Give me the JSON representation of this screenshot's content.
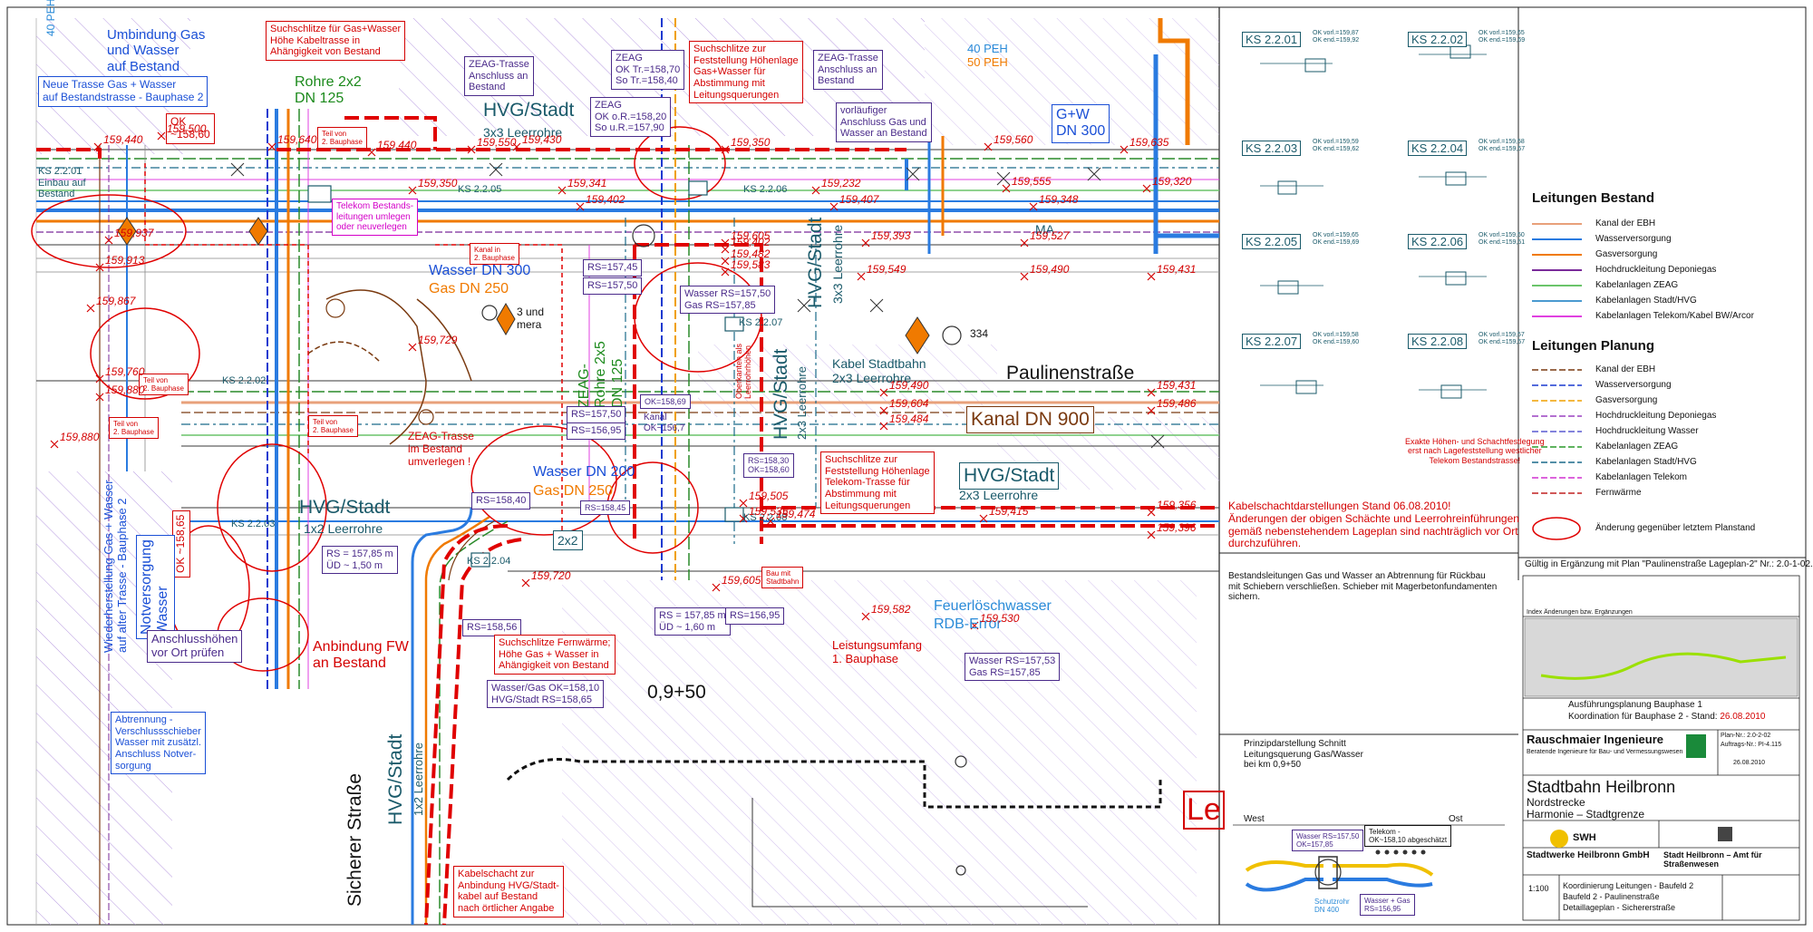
{
  "plan_labels": {
    "umbindung": "Umbindung Gas\nund Wasser\nauf Bestand",
    "neue_trasse": "Neue Trasse Gas + Wasser\nauf Bestandstrasse - Bauphase 2",
    "ok_15860": "OK\n~158,60",
    "suchschlitze_top": "Suchschlitze für Gas+Wasser\nHöhe Kabeltrasse in\nAhängigkeit von Bestand",
    "rohre_2x2": "Rohre 2x2\nDN 125",
    "zeag_trasse_1": "ZEAG-Trasse\nAnschluss an\nBestand",
    "hvg_stadt_3x3": "HVG/Stadt",
    "leerrohre_3x3": "3x3 Leerrohre",
    "zeag_ok": "ZEAG\nOK Tr.=158,70\nSo Tr.=158,40",
    "zeag_or": "ZEAG\nOK o.R.=158,20\nSo u.R.=157,90",
    "suchschlitze_hoehe": "Suchschlitze zur\nFeststellung Höhenlage\nGas+Wasser für\nAbstimmung mit\nLeitungsquerungen",
    "zeag_trasse_2": "ZEAG-Trasse\nAnschluss an\nBestand",
    "vorlaeufiger": "vorläufiger\nAnschluss Gas und\nWasser an Bestand",
    "gw_dn300": "G+W\nDN 300",
    "peh_40": "40 PEH",
    "peh_50": "50 PEH",
    "peh_40_left": "40 PEH",
    "ks_2201_plan": "KS 2.2.01\nEinbau auf\nBestand",
    "ks_2205_plan": "KS 2.2.05",
    "ks_2206_plan": "KS 2.2.06",
    "ks_2207_plan": "KS 2.2.07",
    "ks_2202_plan": "KS 2.2.02",
    "ks_2203_plan": "KS 2.2.03",
    "ks_2204_plan": "KS 2.2.04",
    "ks_2208_plan": "KS 2.2.08",
    "telekom_bestand": "Telekom Bestands-\nleitungen umlegen\noder neuverlegen",
    "wasser_dn300": "Wasser DN 300",
    "gas_dn250": "Gas DN 250",
    "rs_15745": "RS=157,45",
    "rs_15750a": "RS=157,50",
    "wasser_rs": "Wasser RS=157,50\nGas RS=157,85",
    "hvg_stadt_v1": "HVG/Stadt",
    "leerrohre_v1": "3x3 Leerrohre",
    "zeag_rohre": "ZEAG-\nRohre 2x5\nDN 125",
    "kamera": "3 und\nmera",
    "paulinenstrasse": "Paulinenstraße",
    "kanal_dn900": "Kanal DN 900",
    "kabel_stadtbahn": "Kabel Stadtbahn\n2x3 Leerrohre",
    "hvg_stadt_v2": "HVG/Stadt",
    "leerrohre_v2": "2x3 Leerrohre",
    "rs_15750b": "RS=157,50",
    "rs_15695": "RS=156,95",
    "kanal_ok": "Kanal\nOK~156,7",
    "ok_15869": "OK=158,69",
    "oberkanten": "Oberkanten als\nLeerrohrhöhen",
    "rs_15830": "RS=158,30\nOK=158,60",
    "zeag_trasse_umverlegen": "ZEAG-Trasse\nim Bestand\numverlegen !",
    "wasser_dn200": "Wasser DN 200",
    "gas_dn250b": "Gas DN 250",
    "suchschlitze_telekom": "Suchschlitze zur\nFeststellung Höhenlage\nTelekom-Trasse für\nAbstimmung mit\nLeitungsquerungen",
    "hvg_stadt_2x3": "HVG/Stadt",
    "leerrohre_2x3": "2x3 Leerrohre",
    "rs_15840": "RS=158,40",
    "rs_15845": "RS=158,45",
    "hvg_stadt_1x2": "HVG/Stadt",
    "leerrohre_1x2": "1x2 Leerrohre",
    "rs_15785": "RS = 157,85 m\nÜD ~ 1,50 m",
    "wiederherstellung": "Wiederherstellung Gas + Wasser\nauf alter Trasse - Bauphase 2",
    "ok_15865": "OK ~158,65",
    "notversorgung": "Notversorgung\nWasser",
    "anschlusshoehen": "Anschlusshöhen\nvor Ort prüfen",
    "abtrennung": "Abtrennung -\nVerschlussschieber\nWasser mit zusätzl.\nAnschluss Notver-\nsorgung",
    "anbindung_fw": "Anbindung FW\nan Bestand",
    "rs_15856": "RS=158,56",
    "suchschlitze_fw": "Suchschlitze Fernwärme;\nHöhe Gas + Wasser in\nAhängigkeit von Bestand",
    "wasser_gas_ok": "Wasser/Gas OK=158,10\nHVG/Stadt RS=158,65",
    "rs_15785b": "RS = 157,85 m\nÜD ~ 1,60 m",
    "rs_15695b": "RS=156,95",
    "leistungsumfang": "Leistungsumfang\n1. Bauphase",
    "feuerloeschwasser": "Feuerlöschwasser",
    "rdb_error": "RDB-Error",
    "wasser_gas_rs": "Wasser RS=157,53\nGas RS=157,85",
    "station": "0,9+50",
    "sicherer_strasse": "Sicherer Straße",
    "hvg_stadt_v3": "HVG/Stadt",
    "leerrohre_v3": "1x2 Leerrohre",
    "kabelschacht": "Kabelschacht zur\nAnbindung HVG/Stadt-\nkabel auf Bestand\nnach örtlicher Angabe",
    "twoxtwo": "2x2",
    "ma": "MA",
    "num_334": "334",
    "teil_von": "Teil von\n2. Bauphase",
    "bau_mit": "Bau mit\nStadtbahn",
    "kanal_bauphase": "Kanal in\n2. Bauphase",
    "le": "Le"
  },
  "elevations": [
    "159,440",
    "159,500",
    "159,640",
    "159,550",
    "159,440",
    "159,430",
    "159,350",
    "159,560",
    "159,635",
    "159,350",
    "159,341",
    "159,232",
    "159,555",
    "159,320",
    "159,402",
    "159,407",
    "159,348",
    "159,393",
    "159,527",
    "159,605",
    "159,549",
    "159,490",
    "159,431",
    "159,867",
    "159,937",
    "159,913",
    "159,729",
    "159,431",
    "159,490",
    "159,486",
    "159,604",
    "159,402",
    "159,484",
    "159,760",
    "159,880",
    "159,880",
    "159,505",
    "159,535",
    "159,474",
    "159,415",
    "159,720",
    "159,605",
    "159,582",
    "159,530",
    "159,356",
    "159,396",
    "159,583",
    "159,482"
  ],
  "ks_details": [
    {
      "title": "KS 2.2.01",
      "notes": "OK vorl.=159,87\nOK end.=159,92"
    },
    {
      "title": "KS 2.2.02",
      "notes": "OK vorl.=159,65\nOK end.=159,69"
    },
    {
      "title": "KS 2.2.03",
      "notes": "OK vorl.=159,59\nOK end.=159,62"
    },
    {
      "title": "KS 2.2.04",
      "notes": "OK vorl.=159,58\nOK end.=159,57"
    },
    {
      "title": "KS 2.2.05",
      "notes": "OK vorl.=159,65\nOK end.=159,69"
    },
    {
      "title": "KS 2.2.06",
      "notes": "OK vorl.=159,50\nOK end.=159,51"
    },
    {
      "title": "KS 2.2.07",
      "notes": "OK vorl.=159,58\nOK end.=159,60"
    },
    {
      "title": "KS 2.2.08",
      "notes": "OK vorl.=159,57\nOK end.=159,57"
    }
  ],
  "ks_notice": "Exakte Höhen- und Schachtfestlegung\nerst nach Lagefeststellung westlicher\nTelekom Bestandstrasse!",
  "kabelschacht_notice": "Kabelschachtdarstellungen Stand 06.08.2010!\nÄnderungen der obigen Schächte und Leerrohreinführungen\ngemäß nebenstehendem Lageplan sind nachträglich vor Ort\ndurchzuführen.",
  "bestand_notice": "Bestandsleitungen Gas und Wasser an Abtrennung für Rückbau\nmit Schiebern verschließen. Schieber mit Magerbetonfundamenten\nsichern.",
  "schnitt": {
    "title": "Prinzipdarstellung Schnitt\nLeitungsquerung Gas/Wasser\nbei km 0,9+50",
    "west": "West",
    "ost": "Ost",
    "wasser_rs": "Wasser RS=157,50\nOK=157,85",
    "telekom": "Telekom -\nOK~158,10 abgeschätzt",
    "schutzrohr": "Schutzrohr\nDN 400",
    "wasser_gas": "Wasser + Gas\nRS=156,95"
  },
  "legend": {
    "bestand_title": "Leitungen Bestand",
    "bestand_items": [
      {
        "label": "Kanal der EBH",
        "color": "#e8a07a"
      },
      {
        "label": "Wasserversorgung",
        "color": "#2a7be0"
      },
      {
        "label": "Gasversorgung",
        "color": "#f07a00"
      },
      {
        "label": "Hochdruckleitung Deponiegas",
        "color": "#7a2a9a"
      },
      {
        "label": "Kabelanlagen ZEAG",
        "color": "#6ac46a"
      },
      {
        "label": "Kabelanlagen Stadt/HVG",
        "color": "#4a9ad0"
      },
      {
        "label": "Kabelanlagen Telekom/Kabel BW/Arcor",
        "color": "#e040e0"
      }
    ],
    "planung_title": "Leitungen Planung",
    "planung_items": [
      {
        "label": "Kanal der EBH",
        "color": "#7a3a10"
      },
      {
        "label": "Wasserversorgung",
        "color": "#1a3ad0"
      },
      {
        "label": "Gasversorgung",
        "color": "#f0a000"
      },
      {
        "label": "Hochdruckleitung Deponiegas",
        "color": "#9a40c0"
      },
      {
        "label": "Hochdruckleitung Wasser",
        "color": "#5a5ad0"
      },
      {
        "label": "Kabelanlagen ZEAG",
        "color": "#2a9a2a"
      },
      {
        "label": "Kabelanlagen Stadt/HVG",
        "color": "#1a6a8a"
      },
      {
        "label": "Kabelanlagen Telekom",
        "color": "#d030d0"
      },
      {
        "label": "Fernwärme",
        "color": "#c02020"
      }
    ],
    "aenderung": "Änderung gegenüber letztem Planstand"
  },
  "gueltig": "Gültig in Ergänzung mit Plan \"Paulinenstraße Lageplan-2\" Nr.: 2.0-1-02.",
  "titleblock": {
    "index_header": "Index  Änderungen bzw. Ergänzungen",
    "ausfuehrung": "Ausführungsplanung Bauphase 1",
    "koordination": "Koordination für Bauphase 2 - Stand:",
    "stand_date": "26.08.2010",
    "firm": "Rauschmaier Ingenieure",
    "firm_sub": "Beratende Ingenieure für Bau- und Vermessungswesen",
    "plan_nr": "Plan-Nr.: 2.0-2-02",
    "auftrag": "Auftrags-Nr.: PI-4.115",
    "bearb_date": "26.08.2010",
    "project": "Stadtbahn Heilbronn",
    "nordstrecke": "Nordstrecke",
    "harmonie": "Harmonie  –  Stadtgrenze",
    "swh": "SWH",
    "stadtwerke": "Stadtwerke Heilbronn GmbH",
    "stadt": "Stadt Heilbronn  –  Amt für Straßenwesen",
    "scale": "1:100",
    "desc1": "Koordinierung Leitungen - Baufeld 2",
    "desc2": "Baufeld 2 - Paulinenstraße",
    "desc3": "Detaillageplan - Sichererstraße"
  }
}
